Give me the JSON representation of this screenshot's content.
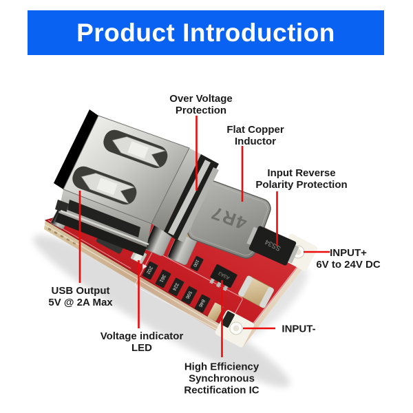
{
  "header": {
    "title": "Product Introduction",
    "background_color": "#0a62f2",
    "text_color": "#ffffff"
  },
  "annotations": {
    "over_voltage": "Over Voltage\nProtection",
    "flat_copper": "Flat Copper\nInductor",
    "input_reverse": "Input Reverse\nPolarity Protection",
    "input_plus": "INPUT+\n6V to 24V DC",
    "input_minus": "INPUT-",
    "usb_output": "USB Output\n5V @ 2A Max",
    "voltage_led": "Voltage indicator\nLED",
    "sync_ic": "High Efficiency\nSynchronous\nRectification IC"
  },
  "board": {
    "markings": {
      "inductor": "4R7",
      "diode": "SS34",
      "ic": "A3A3",
      "resistor_codes": [
        "202",
        "361",
        "324",
        "596",
        "846",
        "100"
      ]
    },
    "colors": {
      "pcb_red": "#c41e24",
      "annotation_line": "#ec0b0b",
      "inductor_gray": "#9a9a96",
      "usb_metal": "#d2d2ce"
    }
  }
}
